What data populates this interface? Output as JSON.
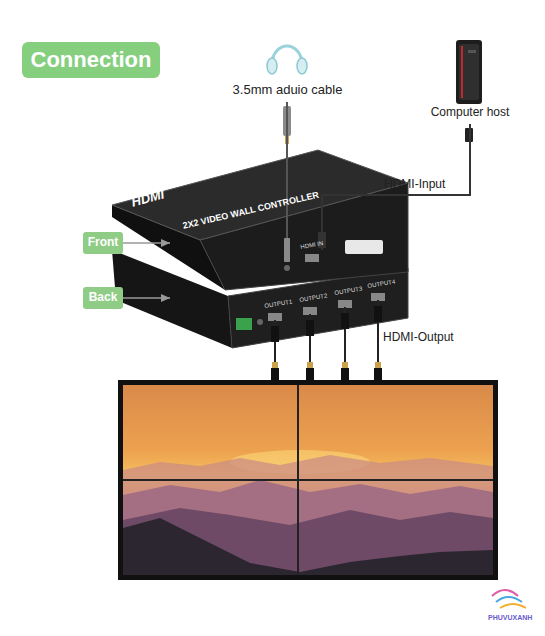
{
  "diagram": {
    "title": "Connection",
    "nodes": [
      {
        "text": [
          "3.5mm aduio cable"
        ]
      },
      {
        "text": [
          "Computer host"
        ]
      },
      {
        "text": [
          "Front"
        ]
      },
      {
        "text": [
          "Back"
        ]
      },
      {
        "text": [
          "HDMI",
          "2X2 VIDEO WALL CONTROLLER"
        ]
      }
    ],
    "edges": [
      {
        "from": 0,
        "to": 4,
        "arrow": "none"
      },
      {
        "from": 1,
        "to": 4,
        "label": "HDMI-Input",
        "arrow": "none"
      },
      {
        "from": 2,
        "to": 4,
        "arrow": "to"
      },
      {
        "from": 3,
        "to": 4,
        "arrow": "to"
      }
    ],
    "labels": [
      "HDMI-Output",
      "HDMI IN",
      "OUTPUT1",
      "OUTPUT2",
      "OUTPUT3",
      "OUTPUT4",
      "PHUVUXANH"
    ]
  }
}
